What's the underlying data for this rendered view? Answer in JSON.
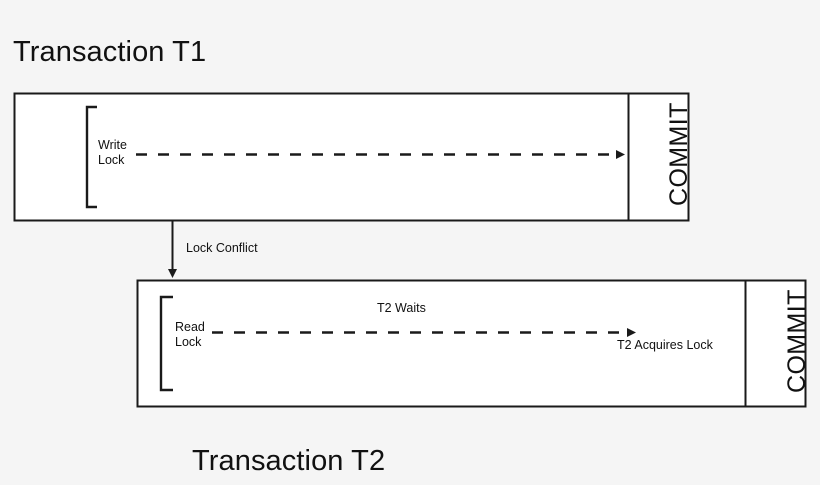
{
  "diagram": {
    "title_t1": "Transaction T1",
    "title_t2": "Transaction T2",
    "background_color": "#f5f5f5",
    "stroke_color": "#1a1a1a"
  },
  "transaction_t1": {
    "label": "Transaction T1",
    "lock_label": "Write\nLock",
    "lock_label_line1": "Write",
    "lock_label_line2": "Lock",
    "commit_label": "COMMIT"
  },
  "transaction_t2": {
    "label": "Transaction T2",
    "lock_label_line1": "Read",
    "lock_label_line2": "Lock",
    "waits_label": "T2 Waits",
    "acquires_label": "T2 Acquires Lock",
    "commit_label": "COMMIT"
  },
  "connector": {
    "label": "Lock Conflict"
  }
}
